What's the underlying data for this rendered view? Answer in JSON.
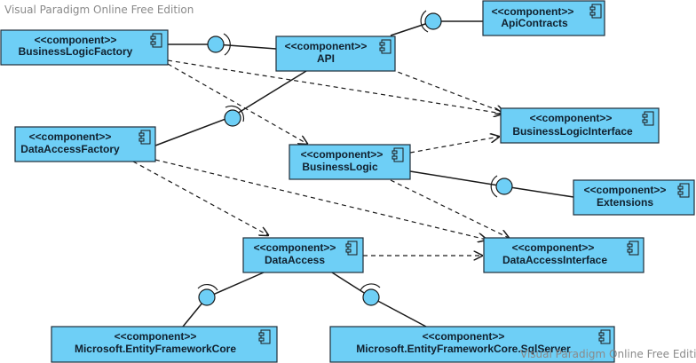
{
  "watermark": {
    "top": "Visual Paradigm Online Free Edition",
    "bottom": "Visual Paradigm Online Free Edition"
  },
  "stereotype": "<<component>>",
  "components": {
    "api_contracts": "ApiContracts",
    "business_logic_factory": "BusinessLogicFactory",
    "api": "API",
    "business_logic_interface": "BusinessLogicInterface",
    "data_access_factory": "DataAccessFactory",
    "business_logic": "BusinessLogic",
    "extensions": "Extensions",
    "data_access": "DataAccess",
    "data_access_interface": "DataAccessInterface",
    "ef_core": "Microsoft.EntityFrameworkCore",
    "ef_core_sqlserver": "Microsoft.EntityFrameworkCore.SqlServer"
  },
  "colors": {
    "component_fill": "#6ecff6",
    "line": "#1a1a1a"
  }
}
